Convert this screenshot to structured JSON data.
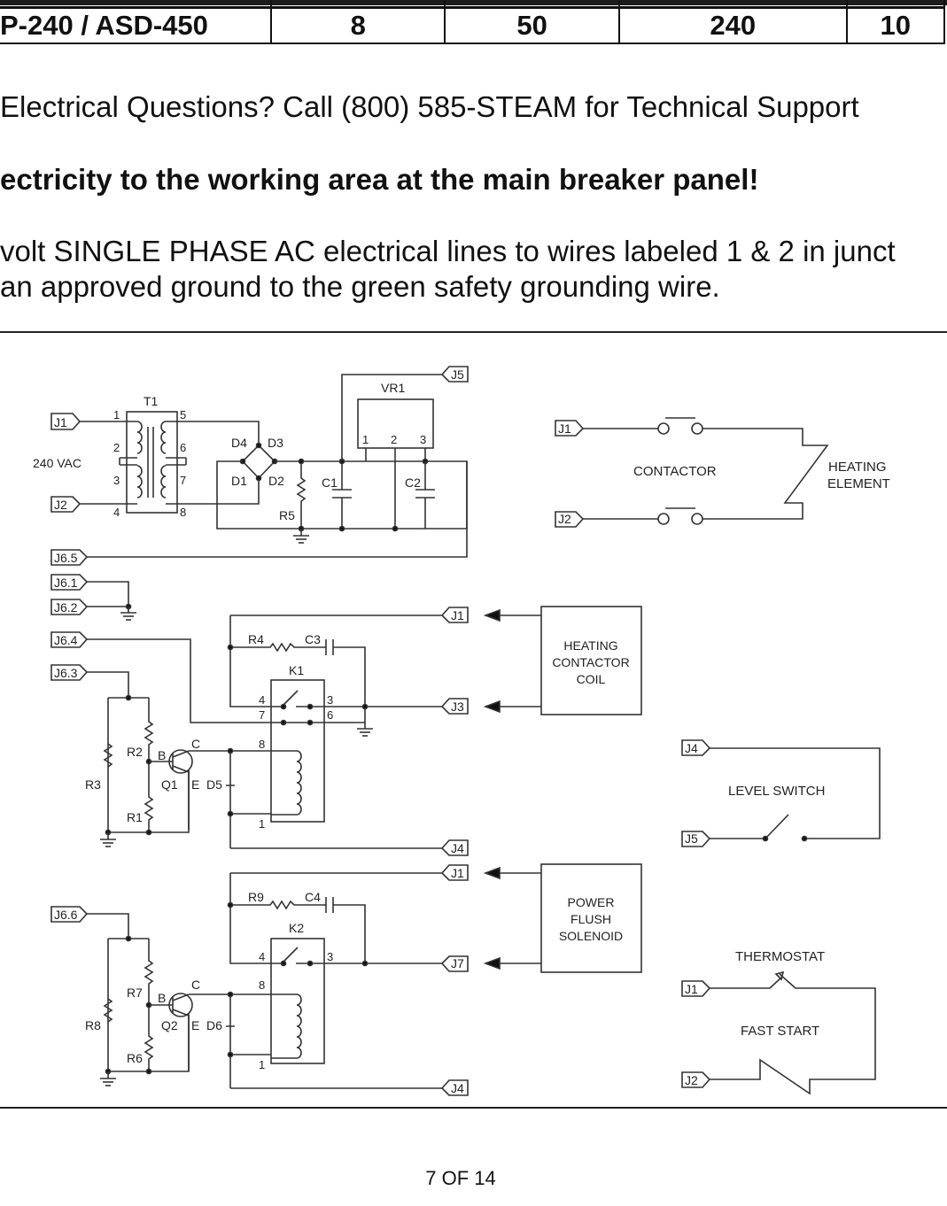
{
  "spec_table": {
    "row": [
      "P-240 / ASD-450",
      "8",
      "50",
      "240",
      "10"
    ]
  },
  "support_line": "Electrical Questions? Call (800) 585-STEAM for Technical Support",
  "warning_line": "ectricity to the working area at the main breaker panel!",
  "instruction_lines": [
    "volt SINGLE PHASE AC electrical lines to wires labeled 1 & 2 in junct",
    " an approved ground to the green safety grounding wire."
  ],
  "schematic": {
    "supply_label": "240 VAC",
    "transformer": "T1",
    "transformer_pins": [
      "1",
      "2",
      "3",
      "4",
      "5",
      "6",
      "7",
      "8"
    ],
    "diodes": [
      "D4",
      "D3",
      "D1",
      "D2"
    ],
    "regulator": "VR1",
    "regulator_pins": [
      "1",
      "2",
      "3"
    ],
    "caps": [
      "C1",
      "C2",
      "C3",
      "C4"
    ],
    "resistors": [
      "R1",
      "R2",
      "R3",
      "R4",
      "R5",
      "R6",
      "R7",
      "R8",
      "R9"
    ],
    "transistors": [
      "Q1",
      "Q2"
    ],
    "clamp_diodes": [
      "D5",
      "D6"
    ],
    "relays": [
      "K1",
      "K2"
    ],
    "relay_pins": [
      "4",
      "7",
      "3",
      "6",
      "8",
      "1"
    ],
    "bce": [
      "B",
      "C",
      "E"
    ],
    "connectors": {
      "J1": "J1",
      "J2": "J2",
      "J3": "J3",
      "J4": "J4",
      "J5": "J5",
      "J7": "J7",
      "J6_5": "J6.5",
      "J6_1": "J6.1",
      "J6_2": "J6.2",
      "J6_4": "J6.4",
      "J6_3": "J6.3",
      "J6_6": "J6.6"
    },
    "contactor_label": "CONTACTOR",
    "heating_element": [
      "HEATING",
      "ELEMENT"
    ],
    "heating_coil": [
      "HEATING",
      "CONTACTOR",
      "COIL"
    ],
    "solenoid": [
      "POWER",
      "FLUSH",
      "SOLENOID"
    ],
    "level_switch": "LEVEL SWITCH",
    "thermostat": "THERMOSTAT",
    "fast_start": "FAST START"
  },
  "page_number": "7 OF 14"
}
